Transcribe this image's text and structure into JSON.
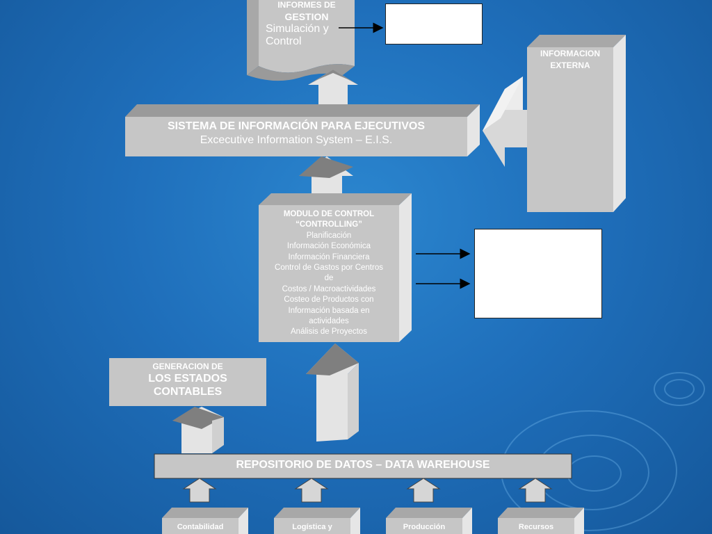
{
  "informes": {
    "line1": "INFORMES DE",
    "line2": "GESTION",
    "line3": "Simulación y",
    "line4": "Control"
  },
  "info_externa": {
    "line1": "INFORMACION",
    "line2": "EXTERNA"
  },
  "eis": {
    "title": "SISTEMA DE INFORMACIÓN PARA EJECUTIVOS",
    "subtitle": "Excecutive Information System – E.I.S."
  },
  "modulo": {
    "title1": "MODULO DE CONTROL",
    "title2": "“CONTROLLING”",
    "items": [
      "Planificación",
      "Información Económica",
      "Información Financiera",
      "Control de Gastos por Centros",
      "de",
      "Costos / Macroactividades",
      "Costeo de Productos con",
      "Información basada en",
      "actividades",
      "Análisis de Proyectos"
    ]
  },
  "generacion": {
    "line1": "GENERACION DE",
    "line2": "LOS ESTADOS",
    "line3": "CONTABLES"
  },
  "repositorio": {
    "title": "REPOSITORIO DE DATOS – DATA WAREHOUSE"
  },
  "sources": [
    "Contabilidad",
    "Logística y",
    "Producción",
    "Recursos"
  ]
}
